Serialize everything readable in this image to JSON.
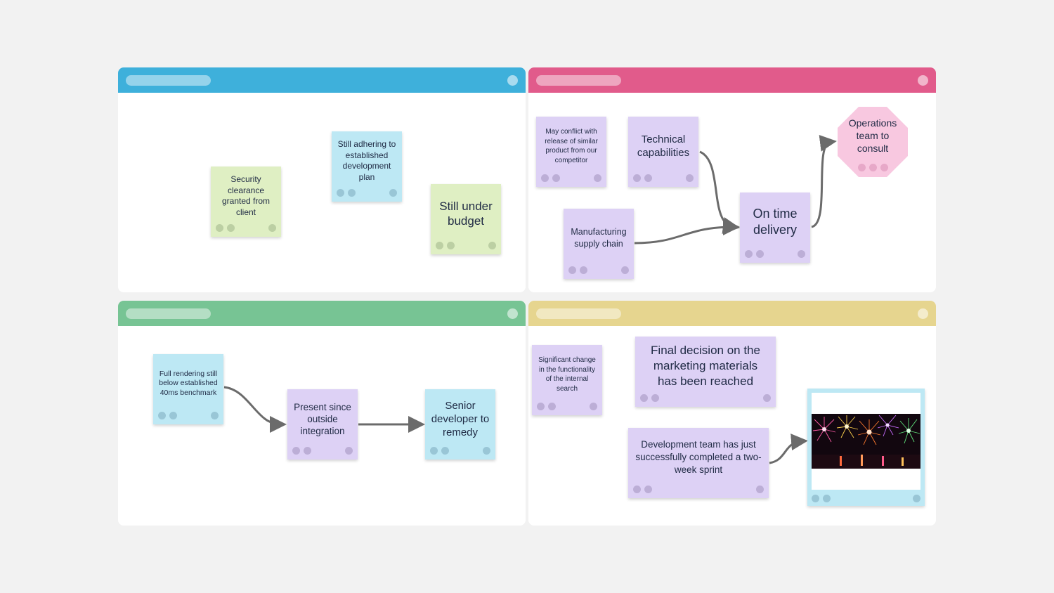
{
  "colors": {
    "background": "#f2f2f2",
    "panel_top_left_header": "#3eb0db",
    "panel_top_right_header": "#e15b8b",
    "panel_bottom_left_header": "#77c494",
    "panel_bottom_right_header": "#e6d58f",
    "note_green": "#dfefc3",
    "note_blue": "#bde8f4",
    "note_purple": "#ddd1f5",
    "note_pink": "#f8c8e0",
    "connector": "#6b6b6b"
  },
  "panels": [
    {
      "id": "top-left",
      "notes": [
        {
          "id": "security-clearance",
          "text": "Security clearance granted from client",
          "color": "green"
        },
        {
          "id": "still-adhering",
          "text": "Still adhering to established development plan",
          "color": "blue"
        },
        {
          "id": "still-under-budget",
          "text": "Still under budget",
          "color": "green"
        }
      ]
    },
    {
      "id": "top-right",
      "notes": [
        {
          "id": "may-conflict",
          "text": "May conflict with release of similar product from our competitor",
          "color": "purple"
        },
        {
          "id": "technical-capabilities",
          "text": "Technical capabilities",
          "color": "purple"
        },
        {
          "id": "manufacturing-supply-chain",
          "text": "Manufacturing supply chain",
          "color": "purple"
        },
        {
          "id": "on-time-delivery",
          "text": "On time delivery",
          "color": "purple"
        },
        {
          "id": "operations-team",
          "text": "Operations team to consult",
          "color": "pink",
          "shape": "octagon"
        }
      ]
    },
    {
      "id": "bottom-left",
      "notes": [
        {
          "id": "full-rendering",
          "text": "Full rendering still below established 40ms benchmark",
          "color": "blue"
        },
        {
          "id": "present-since",
          "text": "Present since outside integration",
          "color": "purple"
        },
        {
          "id": "senior-developer",
          "text": "Senior developer to remedy",
          "color": "blue"
        }
      ]
    },
    {
      "id": "bottom-right",
      "notes": [
        {
          "id": "significant-change",
          "text": "Significant change in the functionality of the internal search",
          "color": "purple"
        },
        {
          "id": "final-decision",
          "text": "Final decision on the marketing materials has been reached",
          "color": "purple"
        },
        {
          "id": "development-team",
          "text": "Development team has just successfully completed a two-week sprint",
          "color": "purple"
        }
      ],
      "image_card": {
        "image": "fireworks-photo",
        "color": "blue"
      }
    }
  ]
}
